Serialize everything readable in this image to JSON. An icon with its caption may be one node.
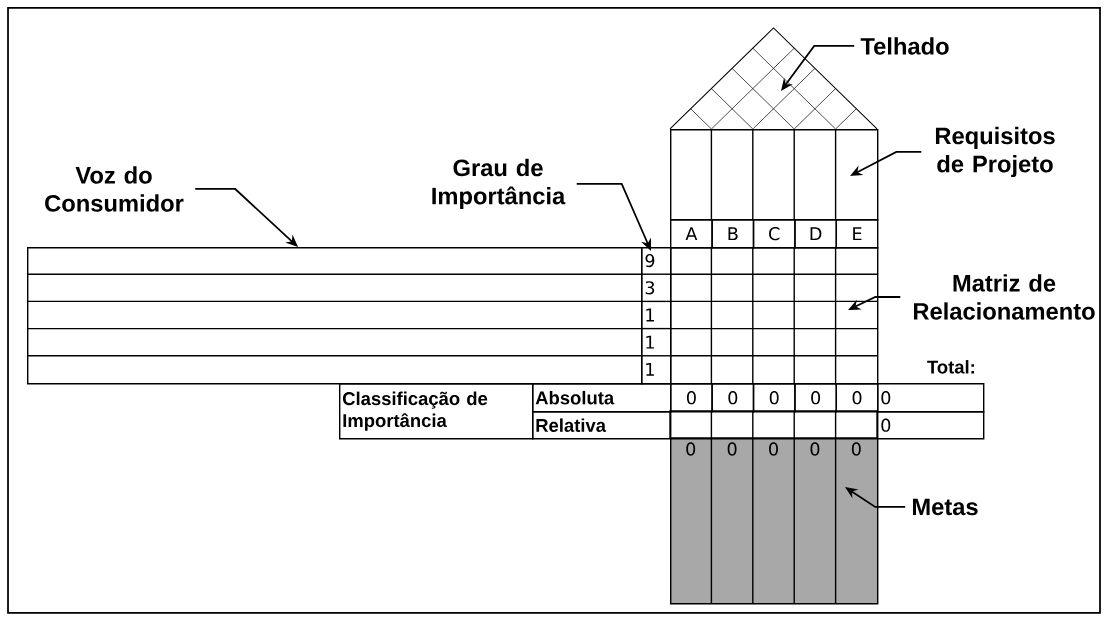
{
  "diagram": {
    "nodes": [
      {
        "text": [
          "Telhado"
        ]
      },
      {
        "text": [],
        "shape": "triangle"
      },
      {
        "text": [
          "Requisitos de Projeto"
        ]
      },
      {
        "text": [],
        "shape": "box"
      },
      {
        "text": [
          "Voz do Consumidor"
        ]
      },
      {
        "text": [],
        "shape": "box"
      },
      {
        "text": [
          "Grau de Importância"
        ]
      },
      {
        "text": [
          "9",
          "3",
          "1",
          "1",
          "1"
        ]
      },
      {
        "text": [
          "Matriz de Relacionamento"
        ]
      },
      {
        "text": [],
        "shape": "box"
      },
      {
        "text": [
          "Metas"
        ]
      },
      {
        "text": [
          "0",
          "0",
          "0",
          "0",
          "0"
        ]
      }
    ],
    "edges": [
      {
        "from": 0,
        "to": 1,
        "arrow": "to"
      },
      {
        "from": 2,
        "to": 3,
        "arrow": "to"
      },
      {
        "from": 4,
        "to": 5,
        "arrow": "to"
      },
      {
        "from": 6,
        "to": 7,
        "arrow": "to"
      },
      {
        "from": 8,
        "to": 9,
        "arrow": "to"
      },
      {
        "from": 10,
        "to": 11,
        "arrow": "to"
      }
    ],
    "labels": [
      "A",
      "B",
      "C",
      "D",
      "E",
      "Total:",
      "Classificação de Importância",
      "Absoluta",
      "0",
      "0",
      "0",
      "0",
      "0",
      "0",
      "Relativa",
      "0"
    ]
  }
}
